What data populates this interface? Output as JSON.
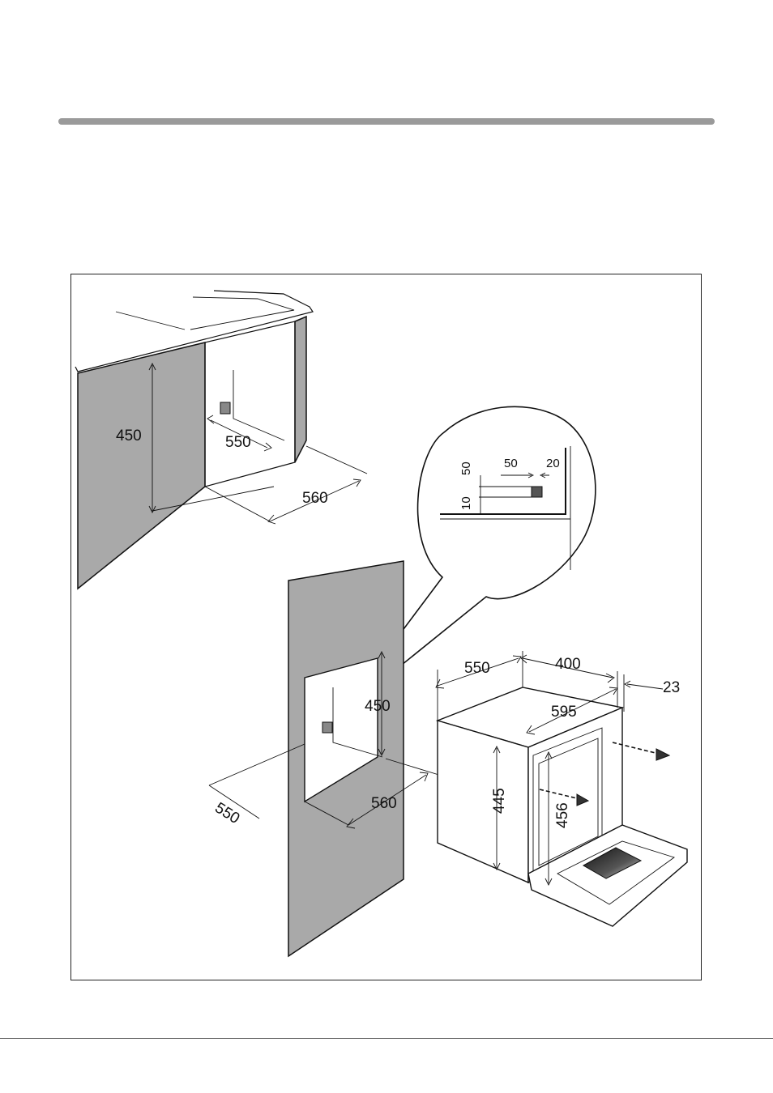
{
  "diagram": {
    "top_installation": {
      "height": "450",
      "depth_inner": "550",
      "width": "560"
    },
    "detail_callout": {
      "vertical_top": "50",
      "vertical_bottom": "10",
      "horizontal_left": "50",
      "horizontal_right": "20"
    },
    "column_installation": {
      "height": "450",
      "depth": "550",
      "width": "560"
    },
    "oven": {
      "depth": "550",
      "top_width": "400",
      "front_offset": "23",
      "width": "595",
      "height": "445",
      "front_height": "456"
    }
  },
  "colors": {
    "panel_gray": "#a9a9a9",
    "rule_gray": "#9a9a9a",
    "line": "#111111"
  }
}
